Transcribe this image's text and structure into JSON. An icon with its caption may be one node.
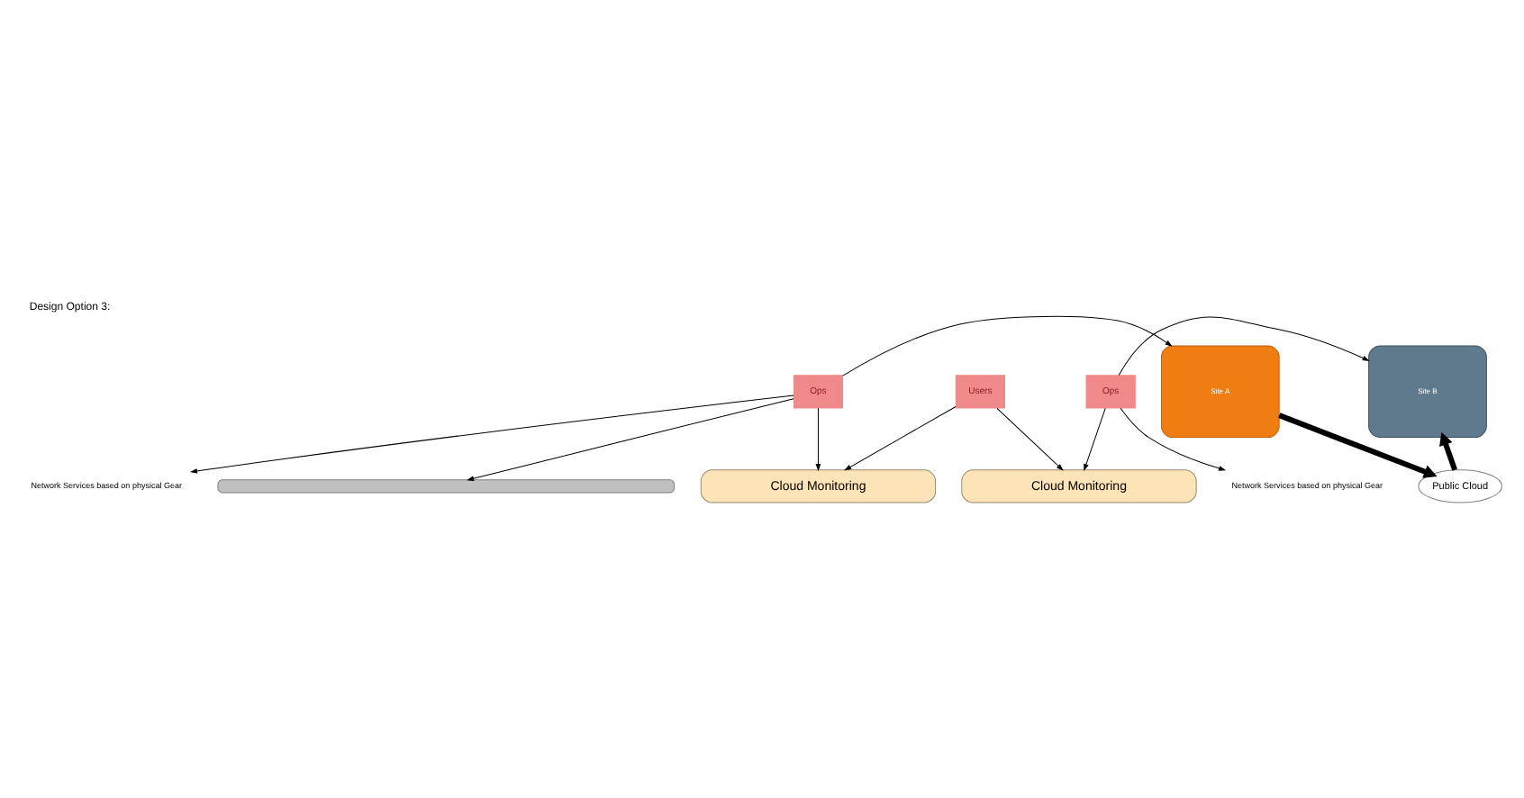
{
  "diagram": {
    "title": "Design Option 3:",
    "nodes": [
      {
        "text": [
          "Users"
        ]
      },
      {
        "text": [
          "Cloud Monitoring"
        ]
      },
      {
        "text": [
          "Cloud Monitoring"
        ]
      },
      {
        "text": [
          "Site A"
        ]
      },
      {
        "text": [
          "Site B"
        ]
      },
      {
        "text": [
          "Public Cloud"
        ]
      },
      {
        "text": [],
        "shape": "bar"
      },
      {
        "text": [
          "Ops"
        ]
      },
      {
        "text": [
          "Ops"
        ]
      },
      {
        "text": [
          "Network Services based on physical Gear"
        ]
      },
      {
        "text": [
          "Network Services based on physical Gear"
        ]
      }
    ],
    "edges": [
      {
        "from": 0,
        "to": 1,
        "arrow": "to"
      },
      {
        "from": 0,
        "to": 2,
        "arrow": "to"
      },
      {
        "from": 3,
        "to": 5,
        "arrow": "to",
        "style": "thick"
      },
      {
        "from": 5,
        "to": 4,
        "arrow": "to",
        "style": "thick"
      },
      {
        "from": 7,
        "to": 1,
        "arrow": "to"
      },
      {
        "from": 7,
        "to": 3,
        "arrow": "to"
      },
      {
        "from": 7,
        "to": 6,
        "arrow": "to"
      },
      {
        "from": 7,
        "to": 9,
        "arrow": "to"
      },
      {
        "from": 8,
        "to": 2,
        "arrow": "to"
      },
      {
        "from": 8,
        "to": 4,
        "arrow": "to"
      },
      {
        "from": 8,
        "to": 10,
        "arrow": "to"
      }
    ]
  }
}
